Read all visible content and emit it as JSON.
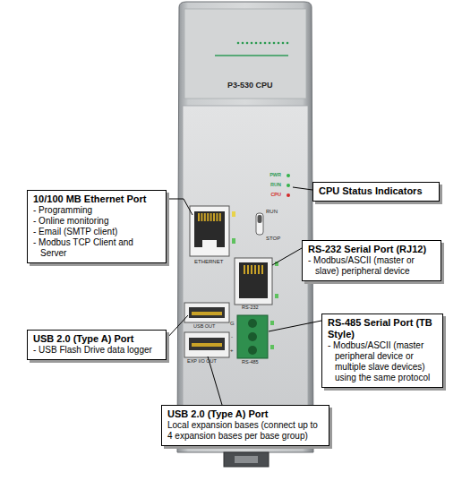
{
  "diagram": {
    "nodes": [
      {
        "text": [
          "10/100 MB Ethernet Port",
          "- Programming",
          "- Online monitoring",
          "- Email (SMTP client)",
          "- Modbus TCP Client and Server"
        ]
      },
      {
        "text": [
          "CPU Status Indicators"
        ]
      },
      {
        "text": [
          "RS-232 Serial Port (RJ12)",
          "- Modbus/ASCII (master or slave) peripheral device"
        ]
      },
      {
        "text": [
          "RS-485 Serial Port (TB Style)",
          "- Modbus/ASCII (master peripheral device or multiple slave devices) using the same protocol"
        ]
      },
      {
        "text": [
          "USB 2.0 (Type A) Port",
          "- USB Flash Drive data logger"
        ]
      },
      {
        "text": [
          "USB 2.0 (Type A) Port",
          "Local expansion bases (connect up to 4 expansion bases per base group)"
        ]
      }
    ],
    "labels": [
      "P3-530 CPU",
      "PWR",
      "RUN",
      "CPU",
      "RUN",
      "STOP",
      "ETHERNET",
      "RS-232",
      "USB OUT",
      "EXP I/O OUT",
      "G",
      "-",
      "+",
      "RS-485"
    ]
  }
}
